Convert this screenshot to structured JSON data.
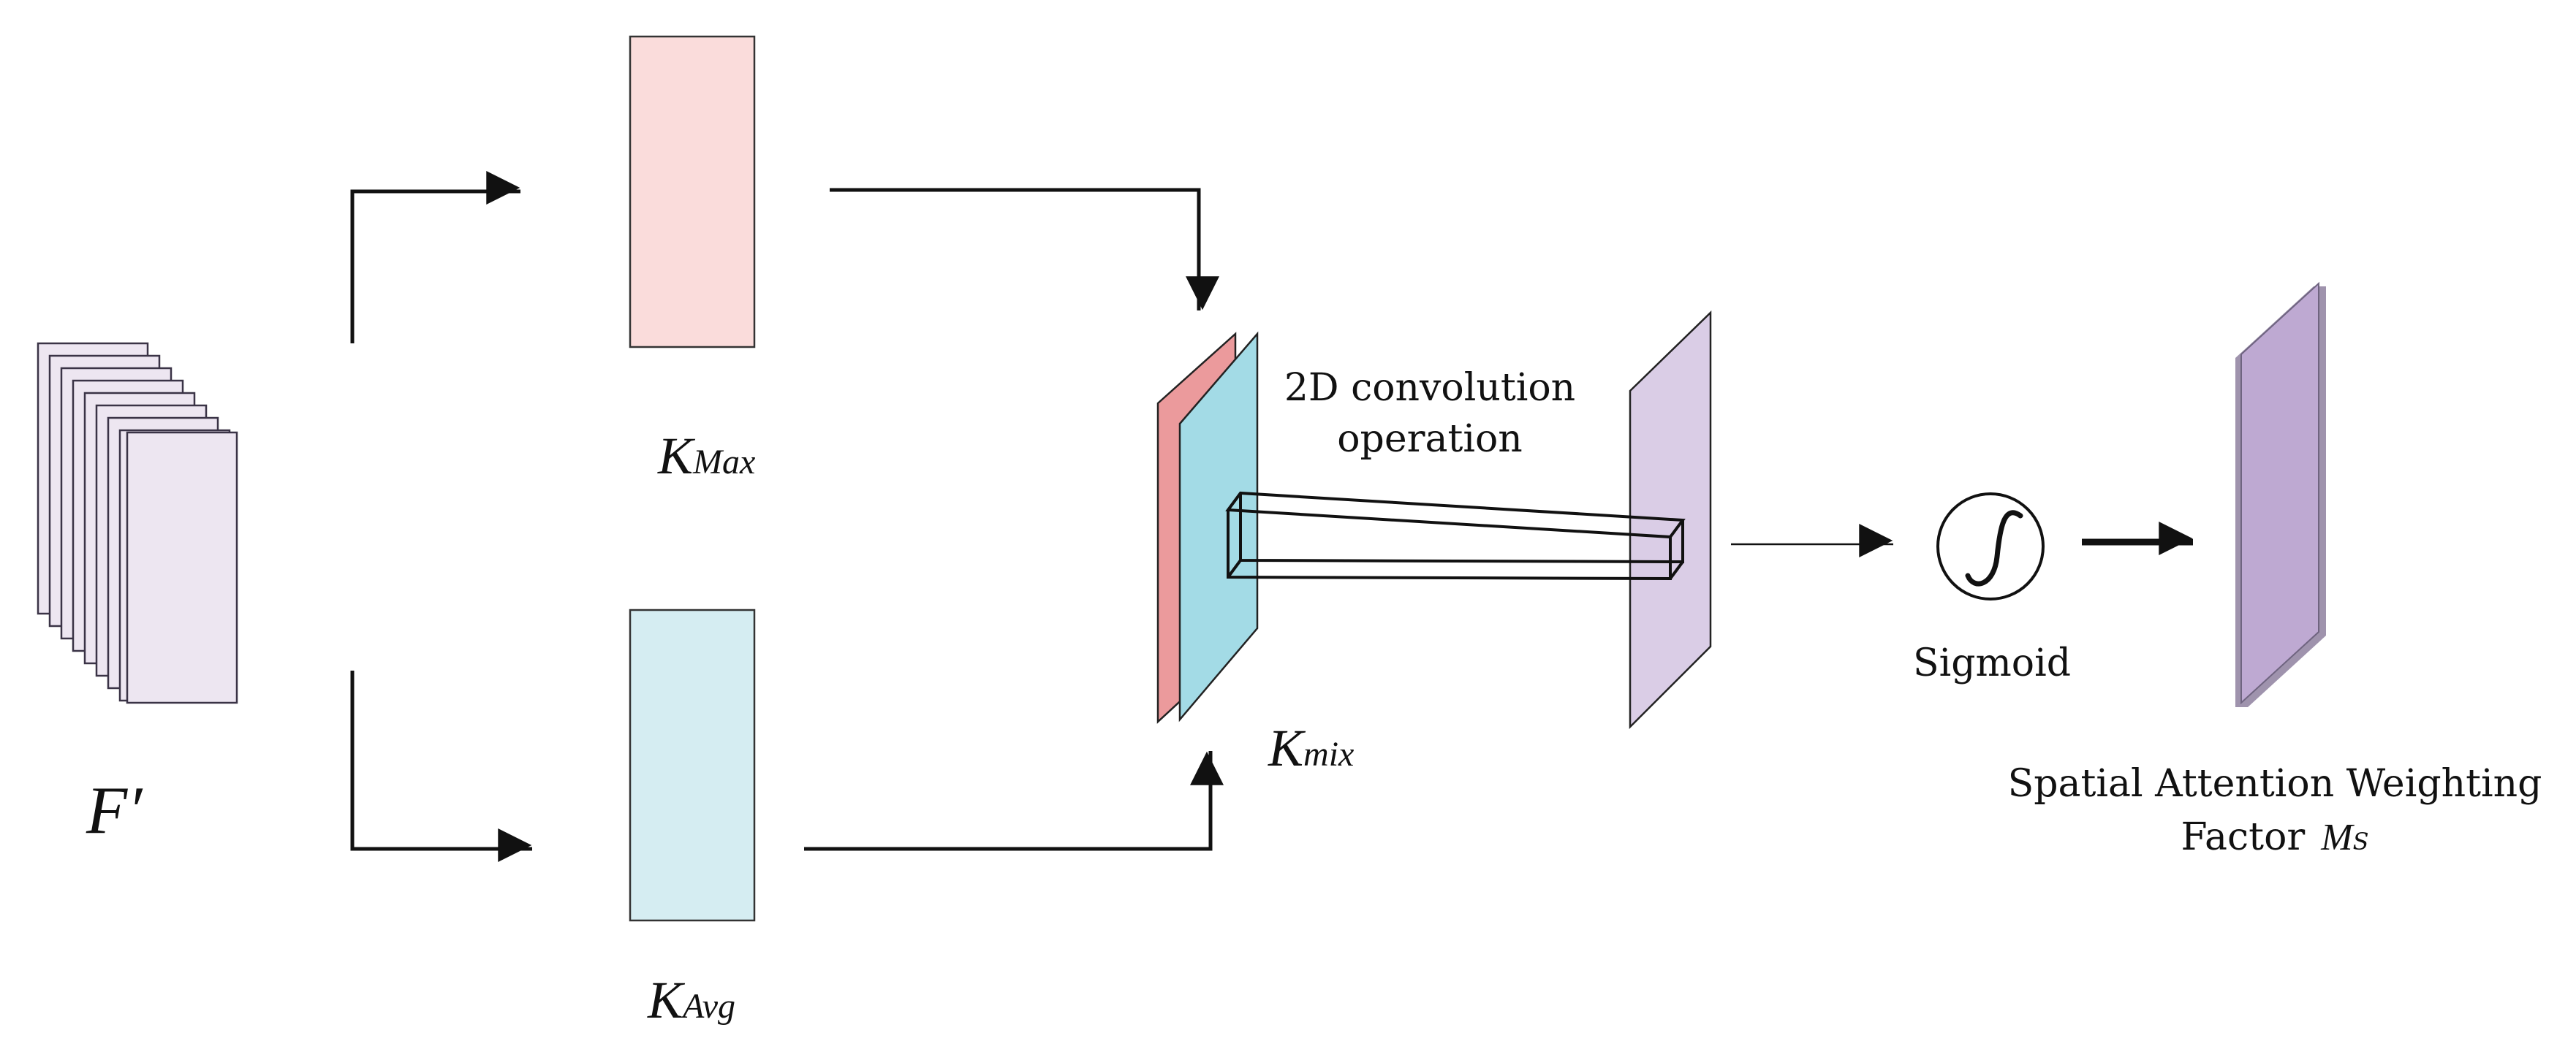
{
  "labels": {
    "input_symbol": "F′",
    "max_main": "K",
    "max_sub": "Max",
    "avg_main": "K",
    "avg_sub": "Avg",
    "mix_main": "K",
    "mix_sub": "mix",
    "conv_line1": "2D convolution",
    "conv_line2": "operation",
    "sigmoid": "Sigmoid",
    "output_line1": "Spatial Attention Weighting",
    "output_line2_text": "Factor",
    "output_symbol_main": "M",
    "output_symbol_sub": "S"
  },
  "colors": {
    "feature_stack_fill": "#ede6f1",
    "feature_stack_stroke": "#3a3346",
    "max_pool_fill": "#fadcdb",
    "avg_pool_fill": "#d5edf2",
    "mix_front_fill": "#a3dbe6",
    "mix_back_fill": "#eb9a9c",
    "conv_output_fill": "#dacde6",
    "attention_map_fill": "#bea9d2",
    "stroke": "#111111"
  },
  "icons": {
    "sigmoid": "sigmoid-curve-icon"
  }
}
